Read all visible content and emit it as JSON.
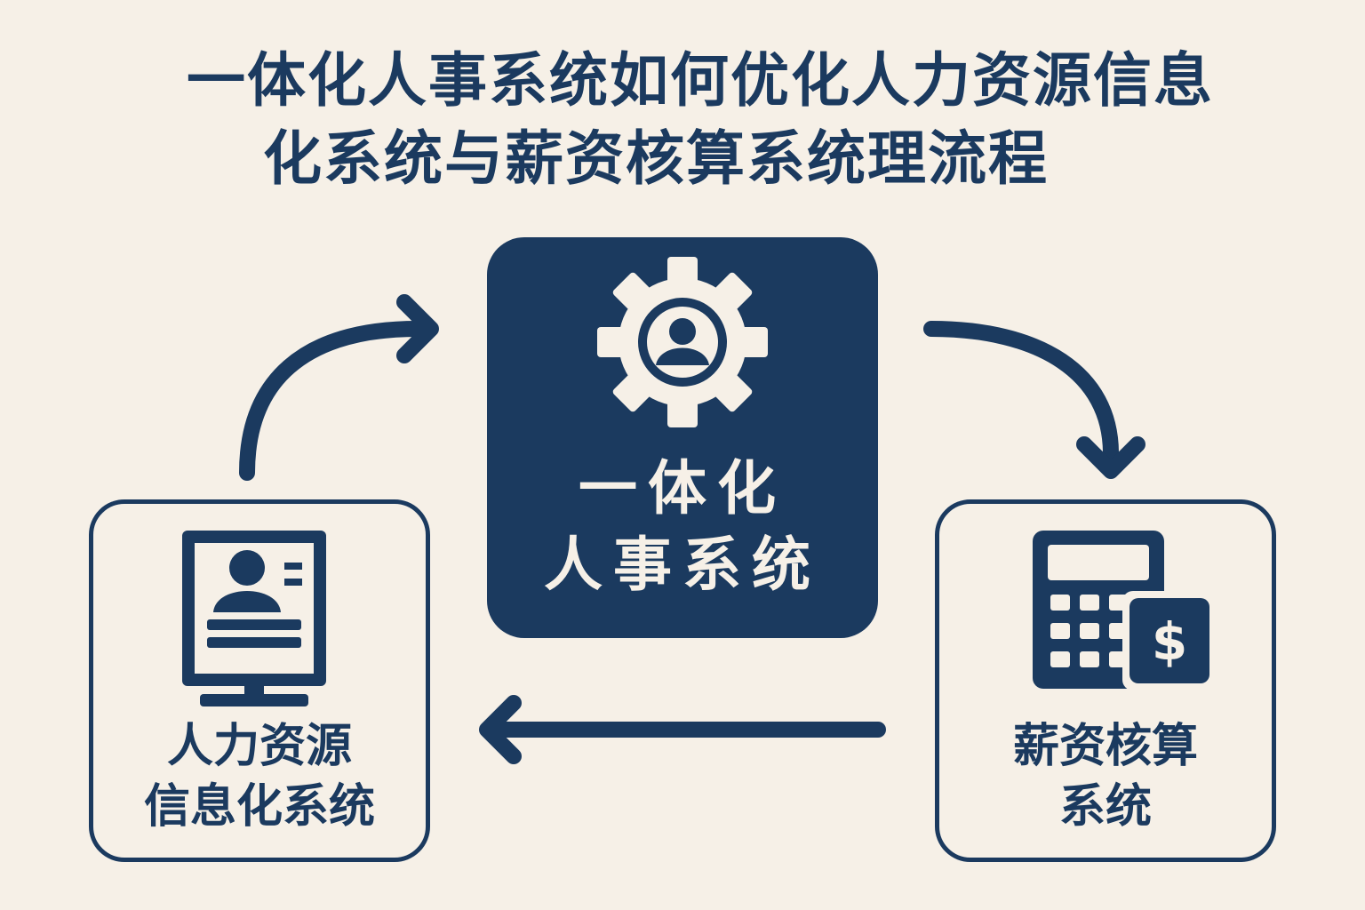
{
  "title": {
    "line1": "一体化人事系统如何优化人力资源信息",
    "line2": "化系统与薪资核算系统理流程"
  },
  "center": {
    "line1": "一体化",
    "line2": "人事系统",
    "icon": "gear-user-icon"
  },
  "left": {
    "line1": "人力资源",
    "line2": "信息化系统",
    "icon": "monitor-profile-icon"
  },
  "right": {
    "line1": "薪资核算",
    "line2": "系统",
    "icon": "calculator-dollar-icon"
  },
  "colors": {
    "navy": "#1b3a5f",
    "background": "#f6f0e7"
  }
}
